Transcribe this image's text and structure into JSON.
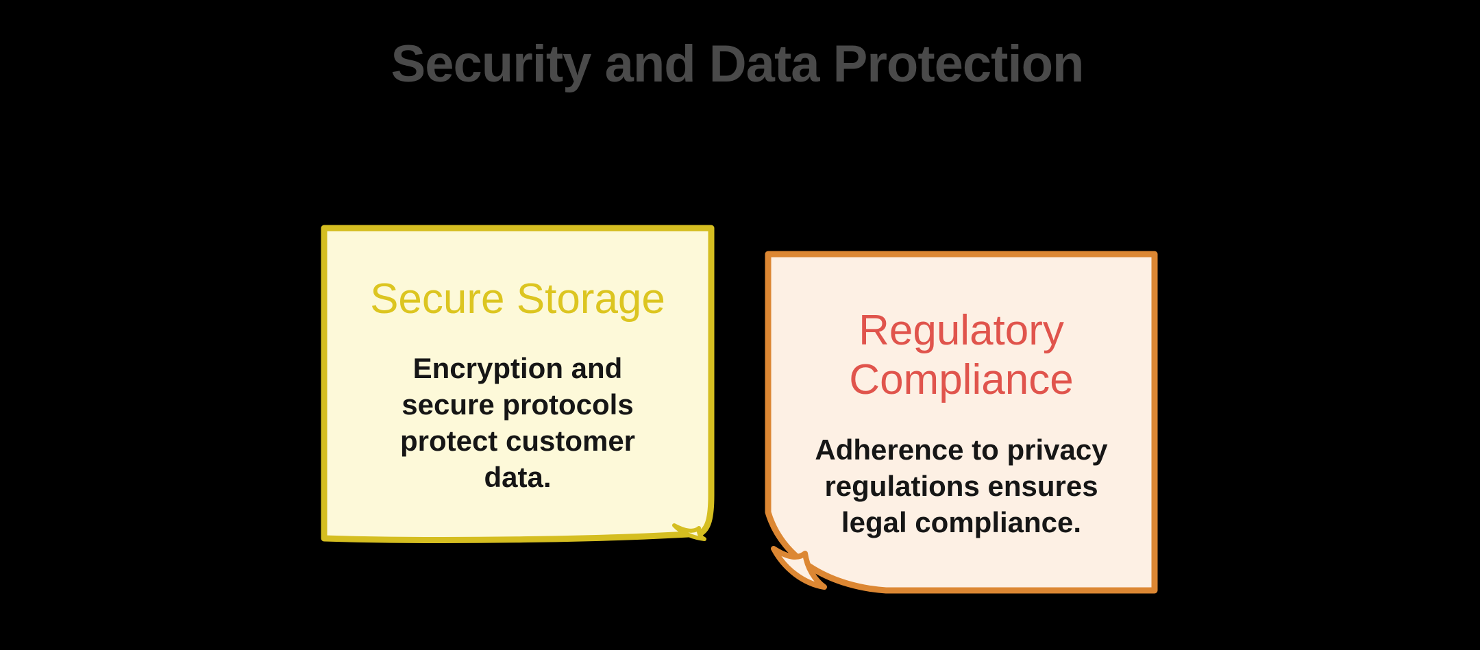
{
  "page": {
    "background": "#000000"
  },
  "header": {
    "title": "Security and Data Protection",
    "color": "#4a4a4a"
  },
  "notes": [
    {
      "name": "secure-storage",
      "title_lines": [
        "Secure Storage"
      ],
      "title_color": "#dcc520",
      "body_lines": [
        "Encryption and",
        "secure protocols",
        "protect customer",
        "data."
      ],
      "body_text": "Encryption and secure protocols protect customer data.",
      "fill": "#fdf9d9",
      "border": "#d5be21",
      "curl": "bottom-right"
    },
    {
      "name": "regulatory-compliance",
      "title_lines": [
        "Regulatory",
        "Compliance"
      ],
      "title_color": "#e0544c",
      "body_lines": [
        "Adherence to privacy",
        "regulations ensures",
        "legal compliance."
      ],
      "body_text": "Adherence to privacy regulations ensures legal compliance.",
      "fill": "#fdf0e4",
      "border": "#dc8733",
      "curl": "bottom-left"
    }
  ]
}
